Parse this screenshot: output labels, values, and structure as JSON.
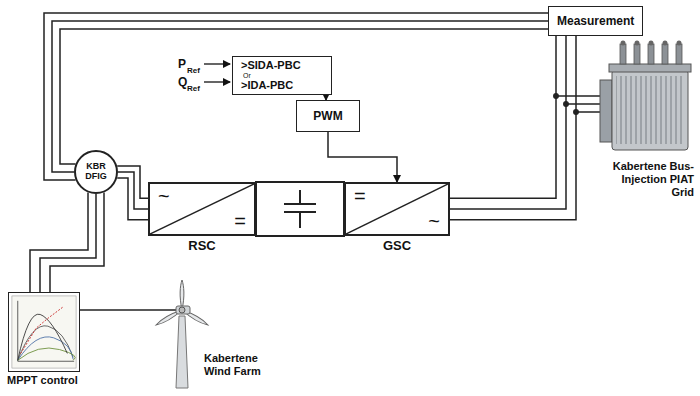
{
  "diagram": {
    "nodes": [
      {
        "text": [
          "Measurement"
        ]
      },
      {
        "text": [
          ">SIDA-PBC",
          "Or",
          ">IDA-PBC"
        ]
      },
      {
        "text": [
          "PWM"
        ]
      },
      {
        "text": [
          "~",
          "=",
          "RSC"
        ]
      },
      {
        "text": [
          "=",
          "~",
          "GSC"
        ]
      },
      {
        "text": [
          "KBR DFIG"
        ]
      },
      {
        "text": [
          "MPPT control"
        ]
      }
    ],
    "edges": [
      {
        "from": 0,
        "to": 5,
        "arrow": "none"
      },
      {
        "from": 5,
        "to": 3,
        "arrow": "none"
      },
      {
        "from": 5,
        "to": 6,
        "arrow": "none"
      },
      {
        "from": 4,
        "to": 0,
        "arrow": "none"
      },
      {
        "from": 1,
        "to": 2,
        "arrow": "to"
      },
      {
        "from": 2,
        "to": 4,
        "arrow": "to"
      }
    ],
    "labels": [
      "P",
      "Ref",
      "Q",
      "Ref",
      "Kabertene Bus-Injection PIAT Grid",
      "Kabertene Wind Farm"
    ]
  }
}
